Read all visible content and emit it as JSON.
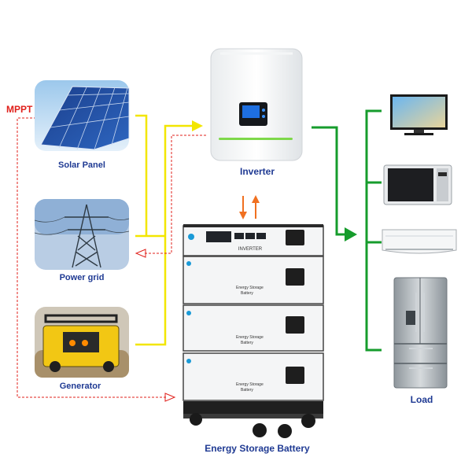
{
  "labels": {
    "mppt": "MPPT",
    "solar_panel": "Solar Panel",
    "power_grid": "Power grid",
    "generator": "Generator",
    "inverter": "Inverter",
    "energy_storage_battery": "Energy Storage Battery",
    "load": "Load"
  },
  "battery_unit": {
    "panel_text": "INVERTER",
    "module_text_line1": "Energy Storage",
    "module_text_line2": "Battery"
  },
  "colors": {
    "label_blue": "#1f3a93",
    "mppt_red": "#e0201b",
    "yellow_line": "#f2e600",
    "green_line": "#169c2c",
    "red_dashed": "#e0201b",
    "orange_arrow": "#f07020"
  }
}
